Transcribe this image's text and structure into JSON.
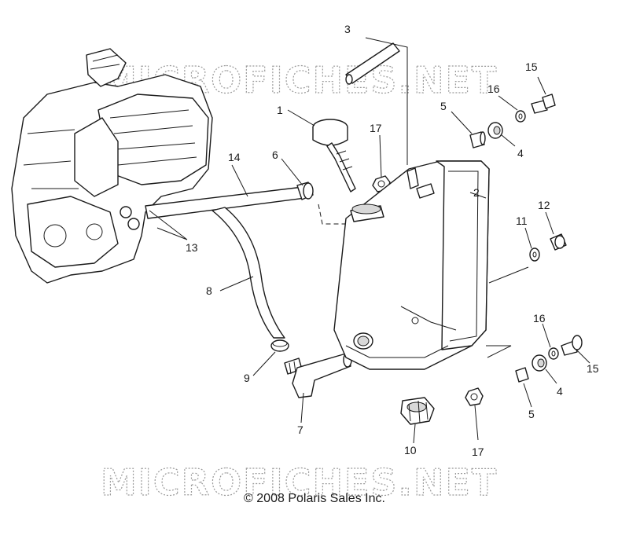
{
  "diagram": {
    "callouts": {
      "c1": "1",
      "c2": "2",
      "c3": "3",
      "c4a": "4",
      "c4b": "4",
      "c5a": "5",
      "c5b": "5",
      "c6": "6",
      "c7": "7",
      "c8": "8",
      "c9": "9",
      "c10": "10",
      "c11": "11",
      "c12": "12",
      "c13": "13",
      "c14": "14",
      "c15a": "15",
      "c15b": "15",
      "c16a": "16",
      "c16b": "16",
      "c17a": "17",
      "c17b": "17"
    },
    "watermark": "MICROFICHES.NET",
    "copyright": "© 2008 Polaris Sales Inc."
  }
}
